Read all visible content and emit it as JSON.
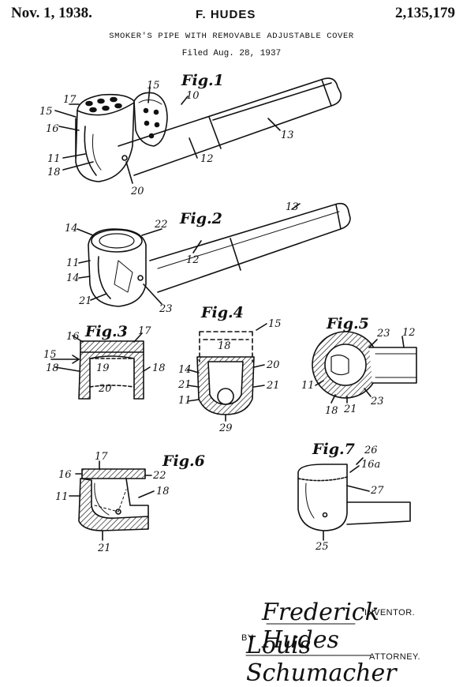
{
  "header": {
    "date": "Nov. 1, 1938.",
    "inventor_name": "F. HUDES",
    "patent_number": "2,135,179",
    "title": "SMOKER'S PIPE WITH REMOVABLE ADJUSTABLE COVER",
    "filed": "Filed Aug. 28, 1937"
  },
  "figures": {
    "fig1": "Fig.1",
    "fig2": "Fig.2",
    "fig3": "Fig.3",
    "fig4": "Fig.4",
    "fig5": "Fig.5",
    "fig6": "Fig.6",
    "fig7": "Fig.7"
  },
  "refs": {
    "r10": "10",
    "r11": "11",
    "r12": "12",
    "r13": "13",
    "r14": "14",
    "r15": "15",
    "r16": "16",
    "r16a": "16a",
    "r17": "17",
    "r18": "18",
    "r19": "19",
    "r20": "20",
    "r21": "21",
    "r22": "22",
    "r23": "23",
    "r25": "25",
    "r26": "26",
    "r27": "27",
    "r29": "29"
  },
  "signature": {
    "inventor_sig": "Frederick Hudes",
    "inventor_label": "INVENTOR.",
    "by": "BY",
    "attorney_sig": "Louis Schumacher",
    "attorney_label": "ATTORNEY."
  }
}
